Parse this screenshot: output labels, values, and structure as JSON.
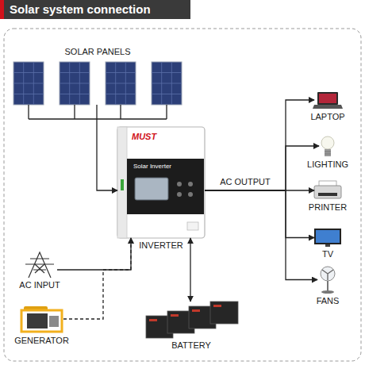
{
  "diagram": {
    "title": "Solar system connection",
    "nodes": [
      {
        "text": [
          "SOLAR PANELS"
        ]
      },
      {
        "text": [
          "INVERTER"
        ]
      },
      {
        "text": [
          "LAPTOP"
        ]
      },
      {
        "text": [
          "LIGHTING"
        ]
      },
      {
        "text": [
          "PRINTER"
        ]
      },
      {
        "text": [
          "TV"
        ]
      },
      {
        "text": [
          "FANS"
        ]
      },
      {
        "text": [
          "AC INPUT"
        ]
      },
      {
        "text": [
          "GENERATOR"
        ]
      },
      {
        "text": [
          "BATTERY"
        ]
      }
    ],
    "edges": [
      {
        "from": 0,
        "to": 1,
        "arrow": "to"
      },
      {
        "from": 1,
        "to": 2,
        "arrow": "to"
      },
      {
        "from": 1,
        "to": 3,
        "arrow": "to"
      },
      {
        "from": 1,
        "to": 4,
        "label": "AC OUTPUT",
        "arrow": "to"
      },
      {
        "from": 1,
        "to": 5,
        "arrow": "to"
      },
      {
        "from": 1,
        "to": 6,
        "arrow": "to"
      },
      {
        "from": 7,
        "to": 1,
        "arrow": "to"
      },
      {
        "from": 8,
        "to": 1,
        "arrow": "to"
      },
      {
        "from": 1,
        "to": 9,
        "arrow": "both"
      }
    ],
    "labels": [
      "MUST",
      "Solar Inverter"
    ]
  }
}
